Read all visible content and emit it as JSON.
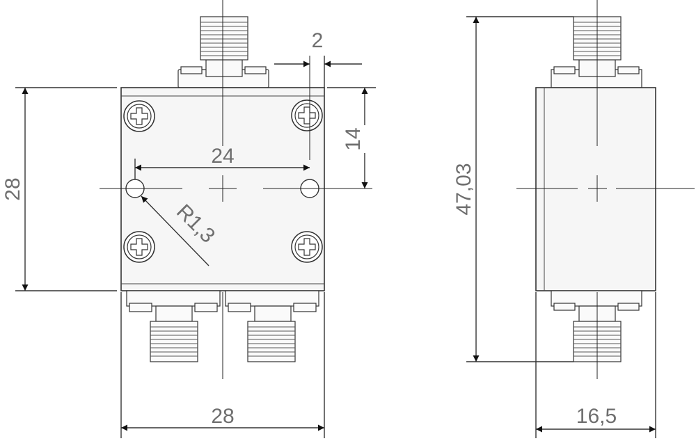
{
  "dimensions": {
    "top_gap": "2",
    "hole_spacing": "24",
    "half_height": "14",
    "body_height": "28",
    "radius": "R1,3",
    "body_width": "28",
    "total_length": "47,03",
    "side_width": "16,5"
  },
  "colors": {
    "line": "#333333",
    "text": "#6e6e6e",
    "body_fill": "#f6f6f6"
  },
  "icons": [
    "screw-icon",
    "connector-icon",
    "arrow-icon"
  ]
}
